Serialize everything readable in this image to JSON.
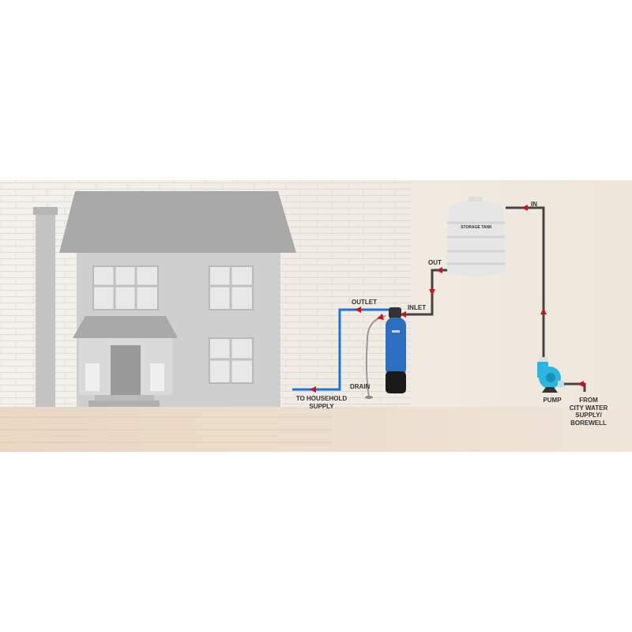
{
  "labels": {
    "storage_tank": "STORAGE TANK",
    "in": "IN",
    "out": "OUT",
    "inlet": "INLET",
    "outlet": "OUTLET",
    "drain": "DRAIN",
    "to_household_1": "TO HOUSEHOLD",
    "to_household_2": "SUPPLY",
    "pump": "PUMP",
    "from_1": "FROM",
    "from_2": "CITY WATER",
    "from_3": "SUPPLY/",
    "from_4": "BOREWELL"
  },
  "colors": {
    "treated_pipe": "#1e73d8",
    "raw_pipe": "#444444",
    "arrow": "#c8141e",
    "filter": "#2a6fc0",
    "pump": "#2ab6e0"
  }
}
